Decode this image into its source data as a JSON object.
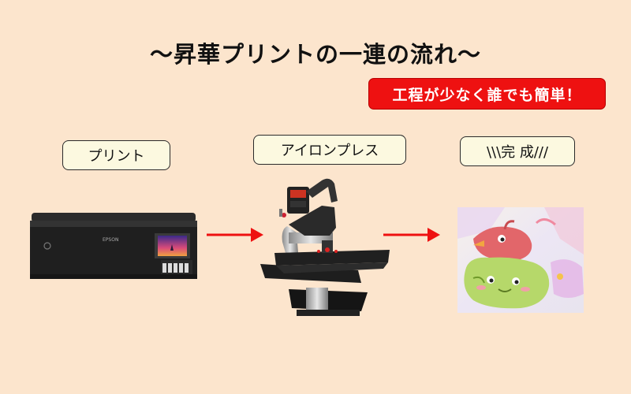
{
  "title": "〜昇華プリントの一連の流れ〜",
  "badge": "工程が少なく誰でも簡単！",
  "steps": [
    {
      "label": "プリント"
    },
    {
      "label": "アイロンプレス"
    },
    {
      "label": "\\\\\\完 成///"
    }
  ],
  "printer": {
    "brand": "EPSON"
  },
  "colors": {
    "background": "#fce5cd",
    "badge": "#ee1111",
    "arrow": "#ee1111",
    "label_bg": "#fcf9e0"
  },
  "icons": [
    "printer-image",
    "heat-press-image",
    "printed-fabric-image",
    "right-arrow-icon"
  ]
}
